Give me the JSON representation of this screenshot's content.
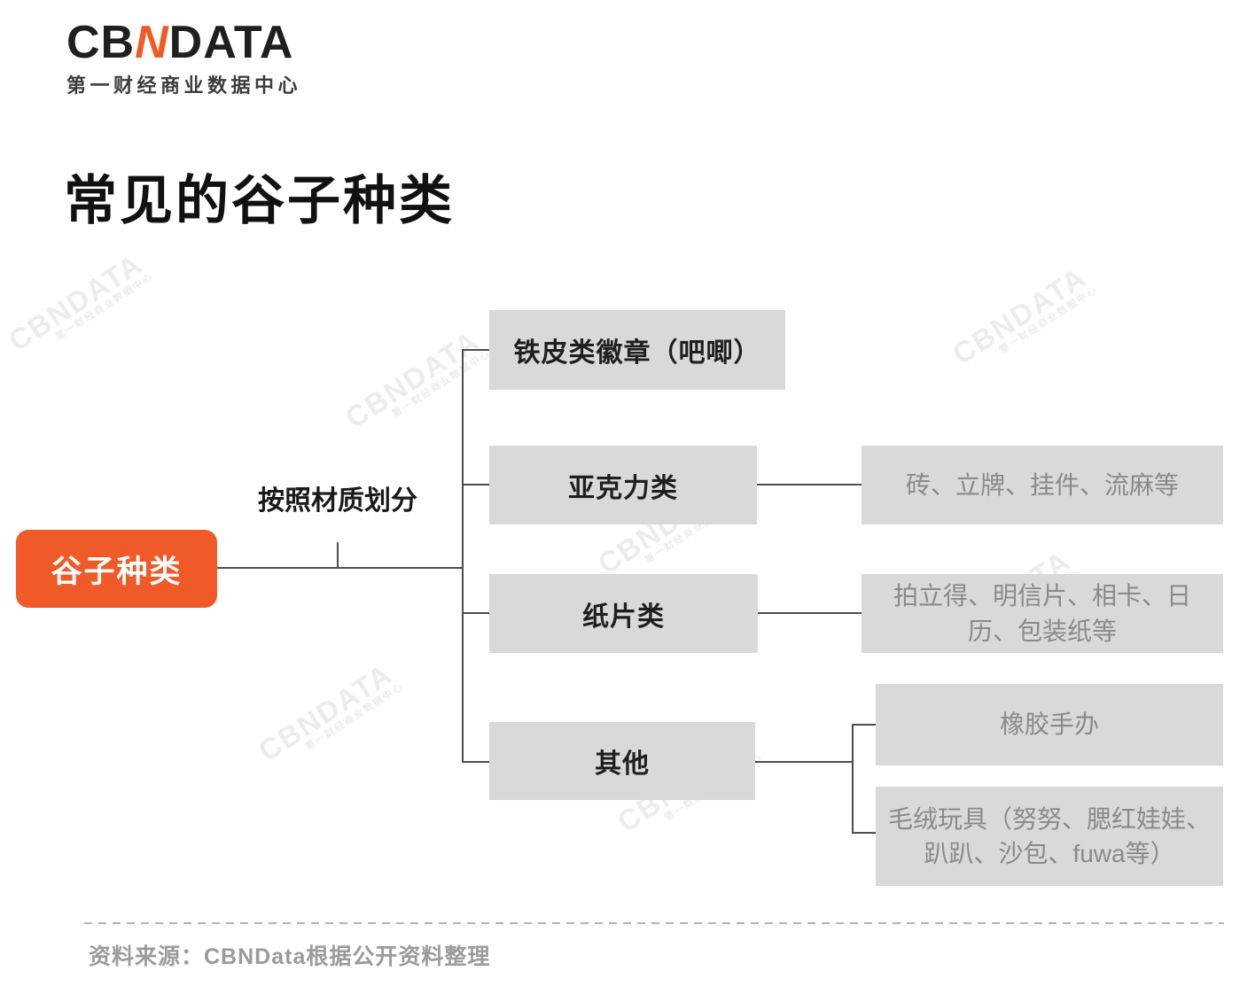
{
  "logo": {
    "part1": "CB",
    "part2": "N",
    "part3": "DATA",
    "tagline": "第一财经商业数据中心"
  },
  "title": "常见的谷子种类",
  "diagram": {
    "root_label": "谷子种类",
    "branch_label": "按照材质划分",
    "level2": [
      {
        "label": "铁皮类徽章（吧唧）"
      },
      {
        "label": "亚克力类"
      },
      {
        "label": "纸片类"
      },
      {
        "label": "其他"
      }
    ],
    "level3": {
      "acrylic_items": "砖、立牌、挂件、流麻等",
      "paper_items": "拍立得、明信片、相卡、日历、包装纸等",
      "rubber_items": "橡胶手办",
      "plush_items": "毛绒玩具（努努、腮红娃娃、趴趴、沙包、fuwa等）"
    }
  },
  "watermark": {
    "text": "CBNDATA",
    "subtext": "第一财经商业数据中心"
  },
  "footer": {
    "source": "资料来源：CBNData根据公开资料整理"
  },
  "colors": {
    "accent_orange": "#f05a28",
    "box_gray": "#d9d9d9",
    "line": "#4d4d4d",
    "muted_text": "#8a8a8a"
  }
}
